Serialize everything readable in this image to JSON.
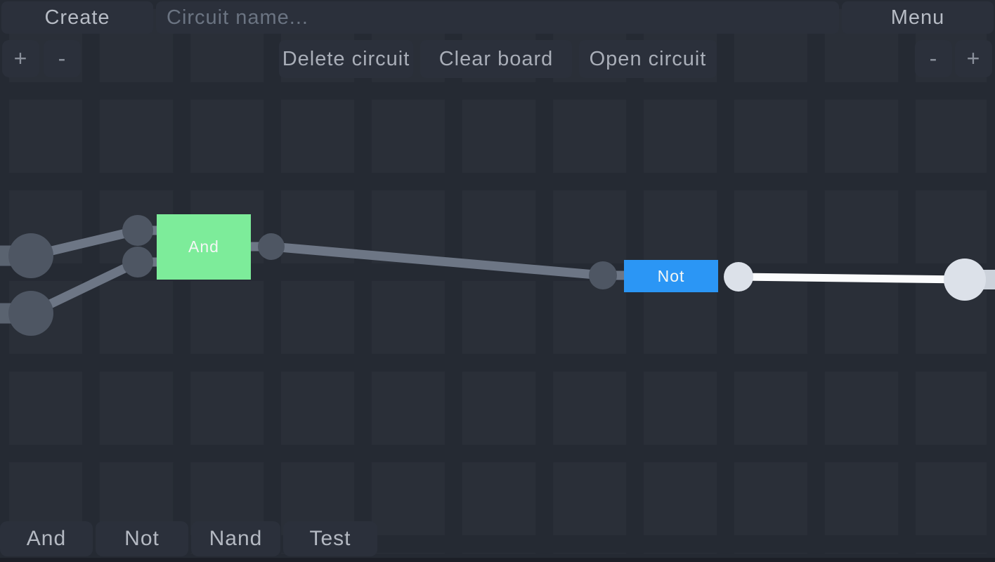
{
  "topbar": {
    "create_label": "Create",
    "circuit_name": {
      "value": "",
      "placeholder": "Circuit name..."
    },
    "menu_label": "Menu",
    "zoom_in_label": "+",
    "zoom_out_label": "-"
  },
  "toolbar": {
    "delete_circuit_label": "Delete circuit",
    "clear_board_label": "Clear board",
    "open_circuit_label": "Open circuit"
  },
  "palette": {
    "items": [
      {
        "label": "And"
      },
      {
        "label": "Not"
      },
      {
        "label": "Nand"
      },
      {
        "label": "Test"
      }
    ]
  },
  "canvas": {
    "gates": [
      {
        "type": "and",
        "label": "And",
        "state": "inactive-output"
      },
      {
        "type": "not",
        "label": "Not",
        "state": "active-output"
      }
    ]
  },
  "colors": {
    "background": "#2a2f38",
    "grid_gap": "#252a33",
    "panel": "#2b303b",
    "wire_off": "#6d7685",
    "wire_on": "#fbfcfd",
    "node_off": "#4e5663",
    "node_on": "#dce1e9",
    "io_stub_off": "#5a6370",
    "io_stub_on": "#ccd2db",
    "gate_and": "#7dec9a",
    "gate_not": "#2b96f5"
  }
}
